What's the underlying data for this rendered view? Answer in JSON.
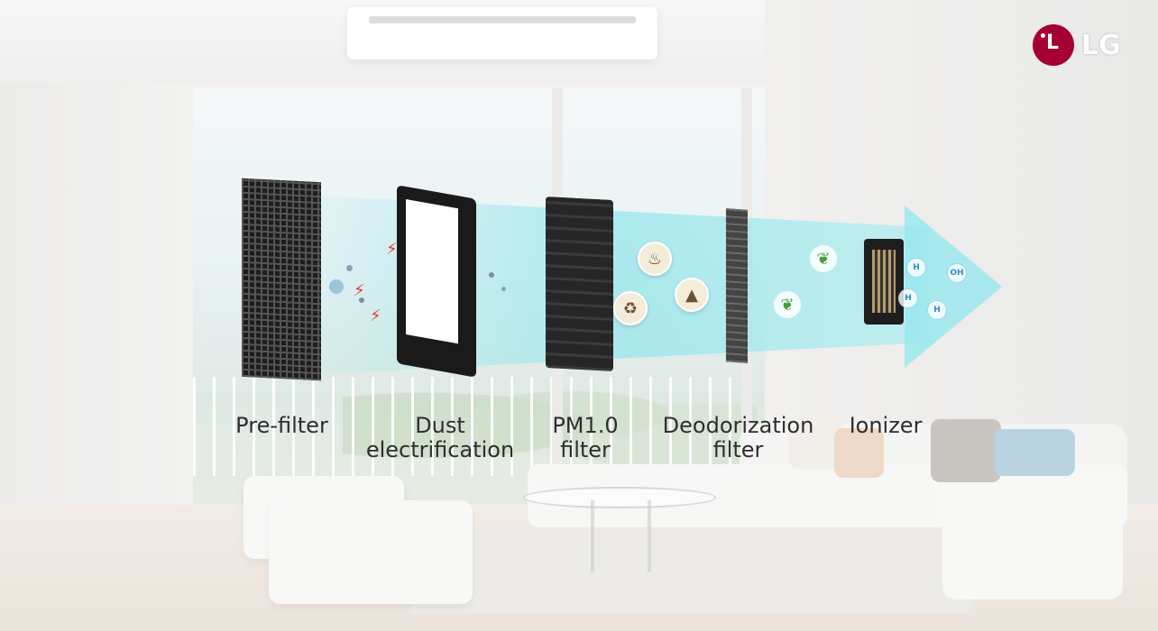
{
  "brand": {
    "logo_text": "LG",
    "logo_color": "#a50034",
    "logo_mark_letter": "L"
  },
  "labels": {
    "prefilter": "Pre-filter",
    "dust_line1": "Dust",
    "dust_line2": "electrification",
    "pm_line1": "PM1.0",
    "pm_line2": "filter",
    "deodor_line1": "Deodorization",
    "deodor_line2": "filter",
    "ionizer": "Ionizer"
  },
  "ions": [
    "H",
    "OH",
    "H",
    "H"
  ],
  "colors": {
    "airflow": "#9be8ee",
    "spark": "#e03a3a",
    "label_text": "#2e2e2e"
  }
}
